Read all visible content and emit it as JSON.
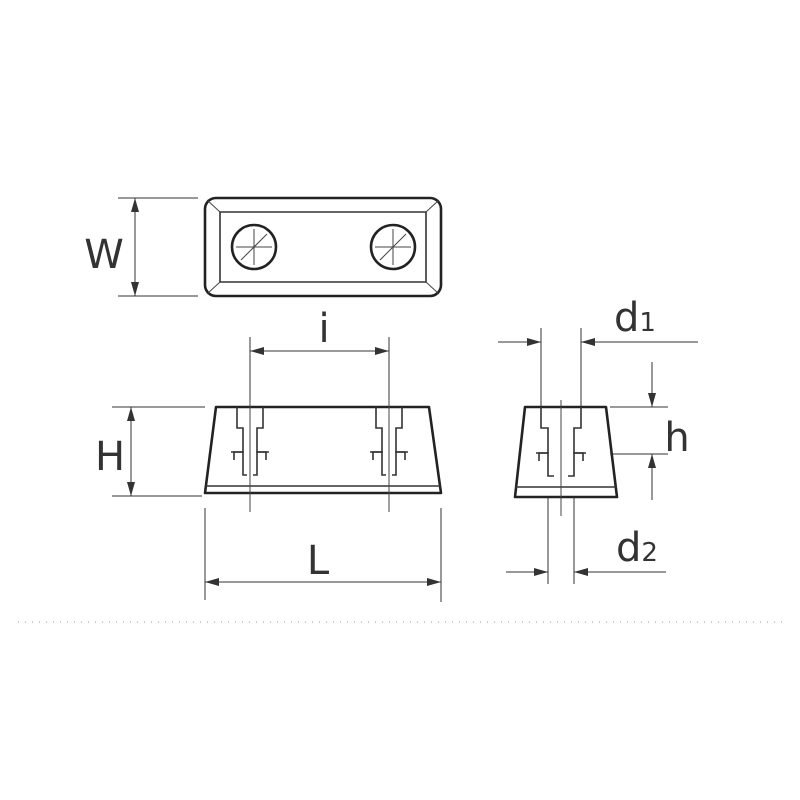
{
  "labels": {
    "width": "W",
    "hole_spacing": "i",
    "height": "H",
    "length": "L",
    "hole_diameter_top": {
      "letter": "d",
      "subscript": "1"
    },
    "hole_depth": "h",
    "hole_diameter_bottom": {
      "letter": "d",
      "subscript": "2"
    }
  },
  "colors": {
    "line": "#222222",
    "background": "#ffffff"
  }
}
